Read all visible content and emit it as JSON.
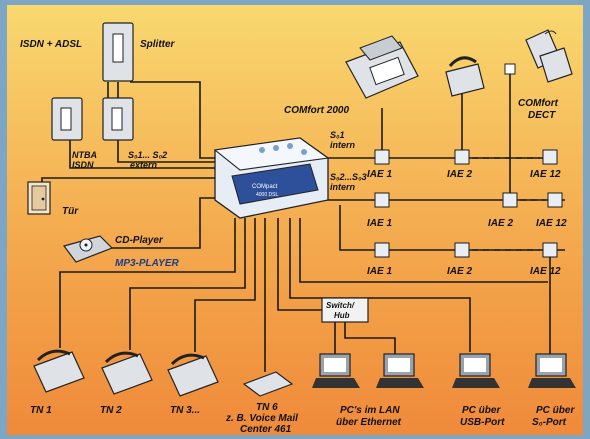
{
  "colors": {
    "bg_top": "#f7d26a",
    "bg_bottom": "#f08a3c",
    "frame": "#7ca6c4",
    "router": "#dfe8f2",
    "router_dark": "#2e4f9a"
  },
  "labels": {
    "splitter": "ISDN + ADSL",
    "splitter2": "Splitter",
    "ntba1": "NTBA",
    "ntba2": "ISDN",
    "s0ext1": "S₀1... S₀2",
    "s0ext2": "extern",
    "tuer": "Tür",
    "cdplayer": "CD-Player",
    "mp3": "MP3-PLAYER",
    "comfort2000": "COMfort 2000",
    "comfortdect1": "COMfort",
    "comfortdect2": "DECT",
    "s01intern1": "S₀1",
    "s01intern2": "intern",
    "s02intern1": "S₀2...S₀3",
    "s02intern2": "intern",
    "router1": "COMpact",
    "router2": "4000 DSL",
    "iae_r1": [
      "IAE 1",
      "IAE 2",
      "IAE 12"
    ],
    "iae_r2": [
      "IAE 1",
      "IAE 2",
      "IAE 12"
    ],
    "iae_r3": [
      "IAE 1",
      "IAE 2",
      "IAE 12"
    ],
    "switch1": "Switch/",
    "switch2": "Hub",
    "tn1": "TN 1",
    "tn2": "TN 2",
    "tn3": "TN 3...",
    "tn6a": "TN 6",
    "tn6b": "z. B. Voice Mail",
    "tn6c": "Center 461",
    "pclan1": "PC's im LAN",
    "pclan2": "über Ethernet",
    "pcusb1": "PC über",
    "pcusb2": "USB-Port",
    "pcs01": "PC über",
    "pcs02": "S₀-Port"
  }
}
